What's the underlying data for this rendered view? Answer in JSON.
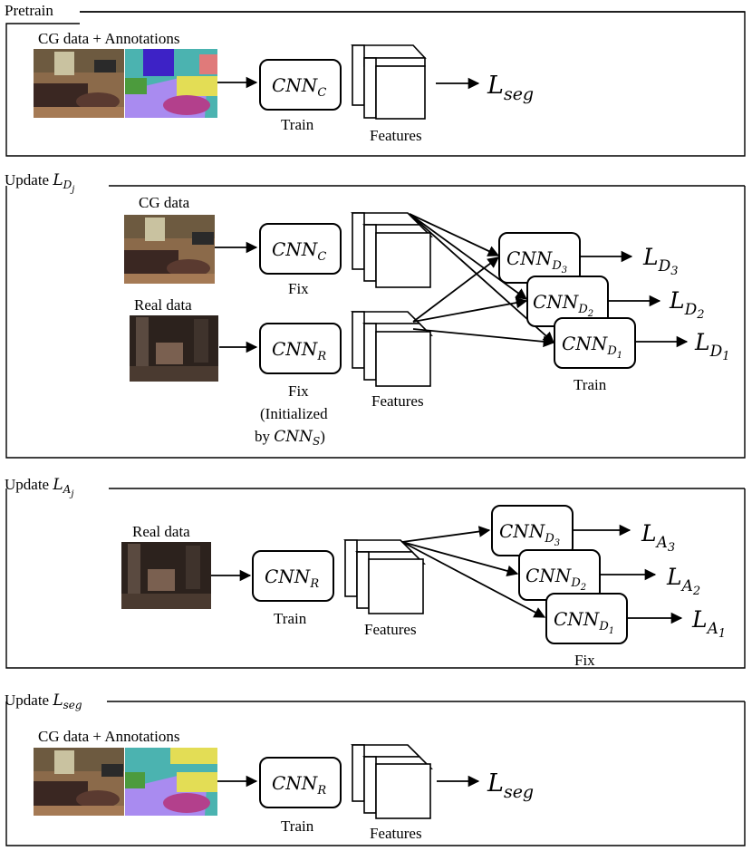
{
  "sections": {
    "pretrain": {
      "title": "Pretrain",
      "input_label": "CG data + Annotations",
      "cnn": {
        "base": "CNN",
        "sub": "C"
      },
      "status": "Train",
      "features_label": "Features",
      "loss": {
        "base": "L",
        "sub": "seg"
      }
    },
    "update_d": {
      "title_prefix": "Update ",
      "title_loss": {
        "base": "L",
        "sub": "D",
        "subsub": "j"
      },
      "cg_label": "CG data",
      "real_label": "Real data",
      "cnn_c": {
        "base": "CNN",
        "sub": "C"
      },
      "cnn_r": {
        "base": "CNN",
        "sub": "R"
      },
      "fix_c": "Fix",
      "fix_r": [
        "Fix",
        "(Initialized",
        "by "
      ],
      "init_cnn": {
        "base": "CNN",
        "sub": "S"
      },
      "init_close": ")",
      "features_label": "Features",
      "discriminators": [
        {
          "base": "CNN",
          "sub": "D",
          "subsub": "3",
          "loss": {
            "base": "L",
            "sub": "D",
            "subsub": "3"
          }
        },
        {
          "base": "CNN",
          "sub": "D",
          "subsub": "2",
          "loss": {
            "base": "L",
            "sub": "D",
            "subsub": "2"
          }
        },
        {
          "base": "CNN",
          "sub": "D",
          "subsub": "1",
          "loss": {
            "base": "L",
            "sub": "D",
            "subsub": "1"
          }
        }
      ],
      "disc_status": "Train"
    },
    "update_a": {
      "title_prefix": "Update ",
      "title_loss": {
        "base": "L",
        "sub": "A",
        "subsub": "j"
      },
      "real_label": "Real data",
      "cnn_r": {
        "base": "CNN",
        "sub": "R"
      },
      "status": "Train",
      "features_label": "Features",
      "discriminators": [
        {
          "base": "CNN",
          "sub": "D",
          "subsub": "3",
          "loss": {
            "base": "L",
            "sub": "A",
            "subsub": "3"
          }
        },
        {
          "base": "CNN",
          "sub": "D",
          "subsub": "2",
          "loss": {
            "base": "L",
            "sub": "A",
            "subsub": "2"
          }
        },
        {
          "base": "CNN",
          "sub": "D",
          "subsub": "1",
          "loss": {
            "base": "L",
            "sub": "A",
            "subsub": "1"
          }
        }
      ],
      "disc_status": "Fix"
    },
    "update_seg": {
      "title_prefix": "Update ",
      "title_loss": {
        "base": "L",
        "sub": "seg"
      },
      "input_label": "CG data + Annotations",
      "cnn": {
        "base": "CNN",
        "sub": "R"
      },
      "status": "Train",
      "features_label": "Features",
      "loss": {
        "base": "L",
        "sub": "seg"
      }
    }
  },
  "colors": {
    "stroke": "#000000",
    "seg_magenta": "#b3408c",
    "seg_lavender": "#a98bf0",
    "seg_blue": "#3d22c6",
    "seg_yellow": "#e3dd55",
    "seg_cyan": "#4bb3b0",
    "seg_green": "#4c9b3d",
    "room_dark": "#3a2a24",
    "room_warm": "#8a6a4c"
  }
}
